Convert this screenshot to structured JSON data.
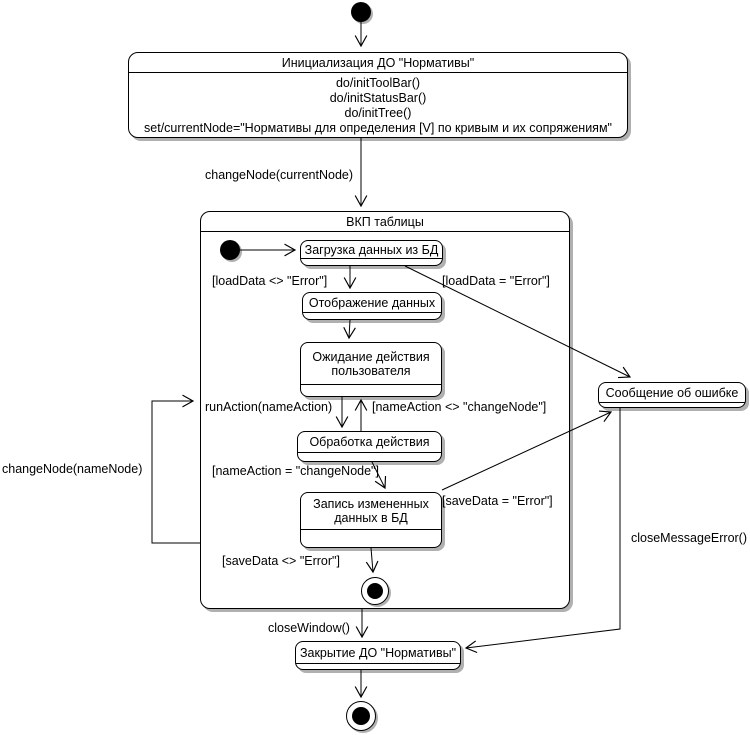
{
  "diagram": {
    "title_hint": "UML statechart",
    "colors": {
      "line": "#000000",
      "shadow": "#b0b0b0",
      "background": "#ffffff"
    },
    "states": {
      "init_do": {
        "title": "Инициализация ДО \"Нормативы\"",
        "actions": [
          "do/initToolBar()",
          "do/initStatusBar()",
          "do/initTree()",
          "set/currentNode=\"Нормативы для определения [V] по кривым и их сопряжениям\""
        ]
      },
      "vkp": {
        "title": "ВКП таблицы"
      },
      "load": {
        "title": "Загрузка данных из БД"
      },
      "display": {
        "title": "Отображение данных"
      },
      "wait": {
        "line1": "Ожидание действия",
        "line2": "пользователя"
      },
      "process": {
        "title": "Обработка действия"
      },
      "save": {
        "line1": "Запись измененных",
        "line2": "данных в БД"
      },
      "error_msg": {
        "title": "Сообщение об ошибке"
      },
      "close_do": {
        "title": "Закрытие ДО \"Нормативы\""
      }
    },
    "transitions": {
      "change_node_current": "changeNode(currentNode)",
      "load_ok": "[loadData <> \"Error\"]",
      "load_err": "[loadData = \"Error\"]",
      "run_action": "runAction(nameAction)",
      "action_not_change": "[nameAction <> \"changeNode\"]",
      "action_change": "[nameAction = \"changeNode\"]",
      "save_err": "[saveData = \"Error\"]",
      "save_ok": "[saveData <> \"Error\"]",
      "change_node_name": "changeNode(nameNode)",
      "close_window": "closeWindow()",
      "close_msg_error": "closeMessageError()"
    }
  }
}
